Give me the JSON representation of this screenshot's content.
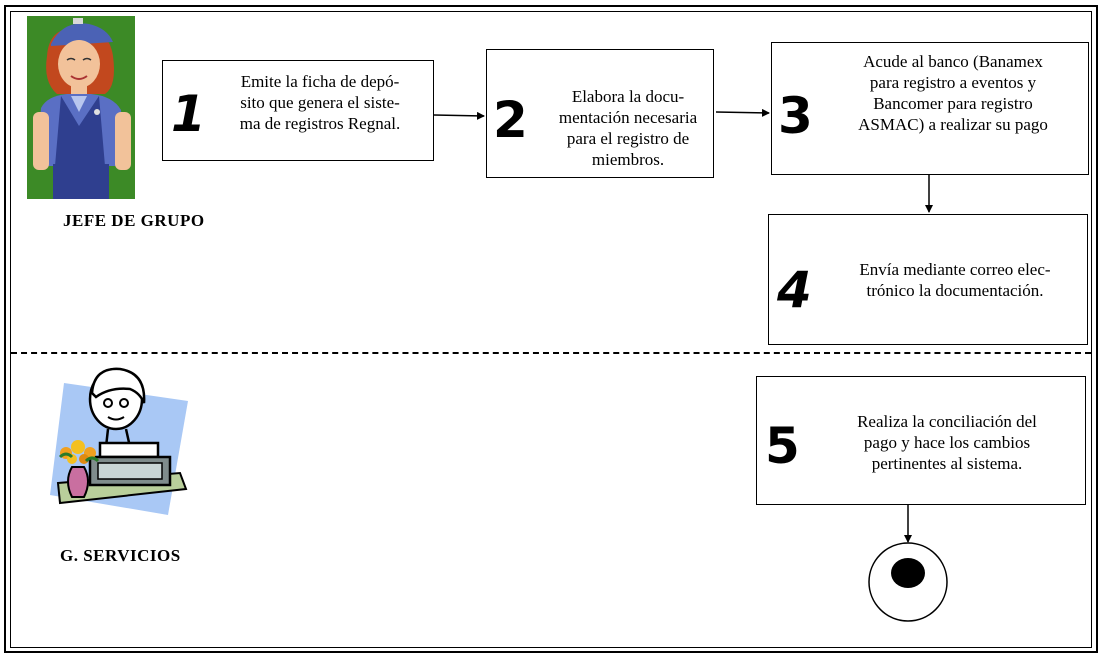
{
  "lanes": {
    "jefe": {
      "label": "JEFE DE GRUPO"
    },
    "servicios": {
      "label": "G. SERVICIOS"
    }
  },
  "steps": {
    "s1": {
      "number": "1",
      "text": [
        "Emite la ficha de depó-",
        "sito que genera el siste-",
        "ma de registros Regnal."
      ]
    },
    "s2": {
      "number": "2",
      "text": [
        "Elabora la docu-",
        "mentación necesaria",
        "para el registro de",
        "miembros."
      ]
    },
    "s3": {
      "number": "3",
      "text": [
        "Acude al banco (Banamex",
        "para registro a eventos y",
        "Bancomer para registro",
        "ASMAC) a realizar su pago"
      ]
    },
    "s4": {
      "number": "4",
      "text": [
        "Envía mediante correo elec-",
        "trónico la documentación."
      ]
    },
    "s5": {
      "number": "5",
      "text": [
        "Realiza la conciliación del",
        "pago y hace los cambios",
        "pertinentes al sistema."
      ]
    }
  },
  "icons": [
    "jefe-de-grupo-clipart-icon",
    "g-servicios-clipart-icon",
    "end-node-icon"
  ]
}
